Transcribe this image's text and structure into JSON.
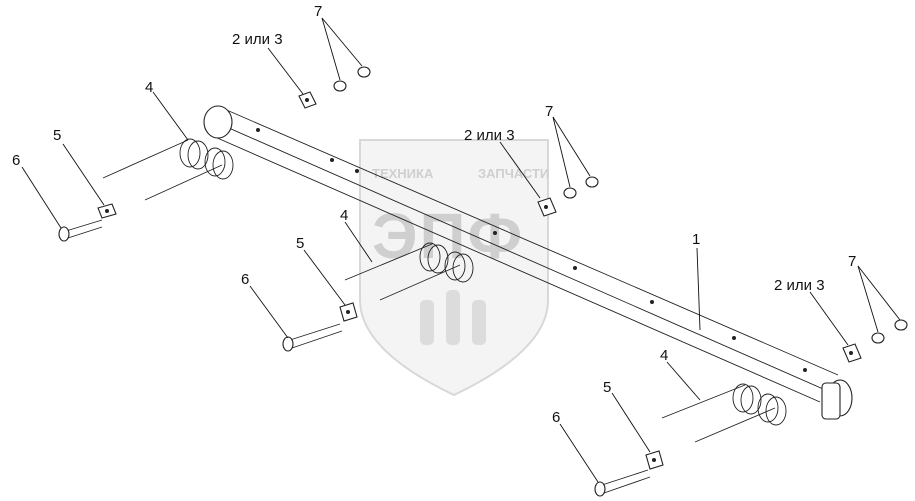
{
  "watermark": {
    "line1_left": "ТЕХНИКА",
    "line1_right": "ЗАПЧАСТИ",
    "logo": "ЭПФ"
  },
  "callouts": {
    "c7a": "7",
    "c23a": "2 или 3",
    "c4a": "4",
    "c5a": "5",
    "c6a": "6",
    "c7b": "7",
    "c23b": "2 или 3",
    "c4b": "4",
    "c5b": "5",
    "c6b": "6",
    "c1": "1",
    "c7c": "7",
    "c23c": "2 или 3",
    "c4c": "4",
    "c5c": "5",
    "c6c": "6"
  }
}
